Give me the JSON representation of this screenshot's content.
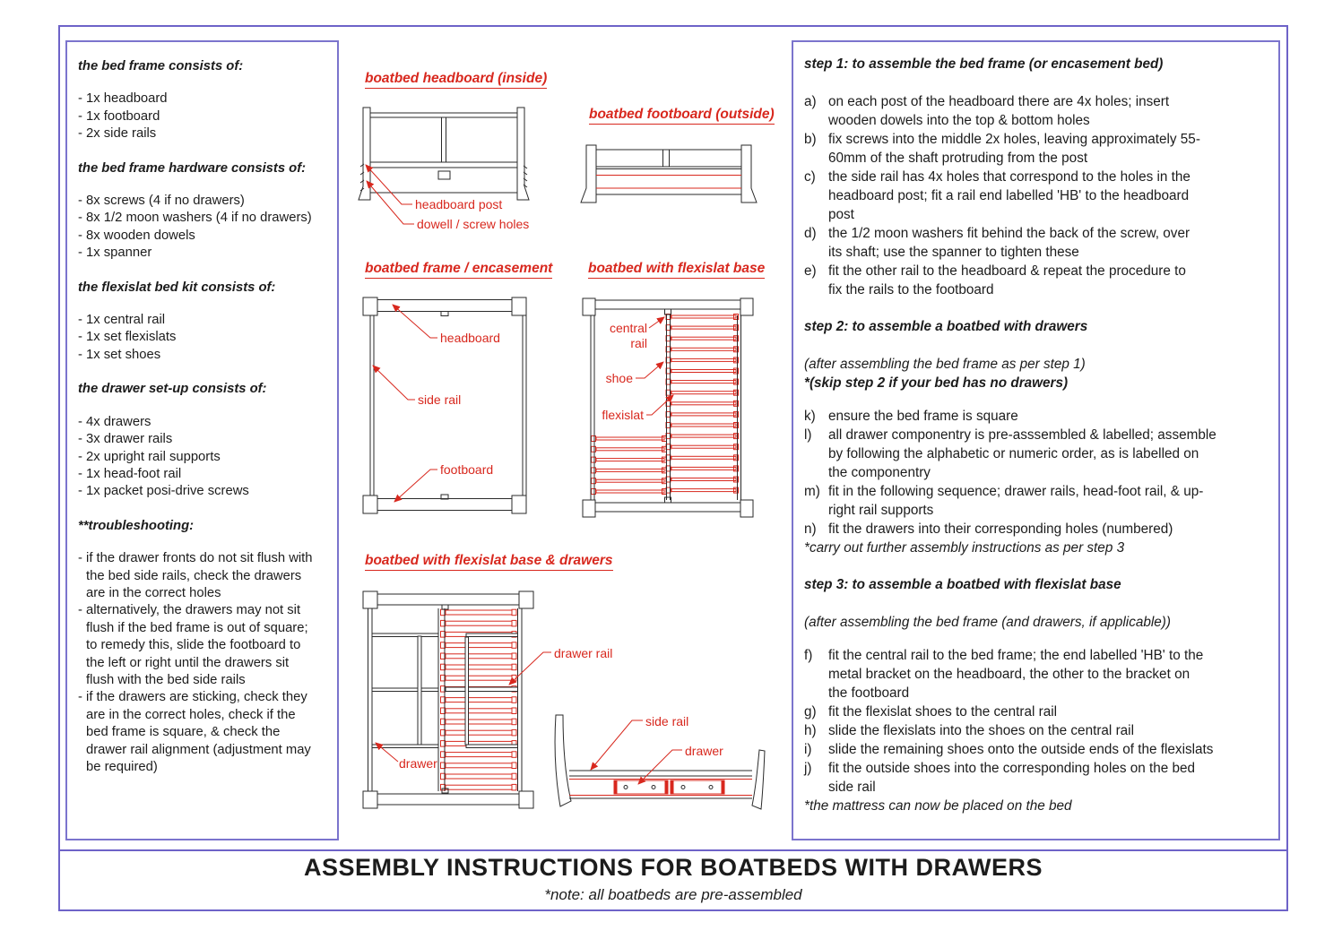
{
  "page": {
    "title": "ASSEMBLY INSTRUCTIONS FOR BOATBEDS WITH DRAWERS",
    "note": "*note: all boatbeds are pre-assembled"
  },
  "colors": {
    "accent_red": "#d8281e",
    "border_purple": "#6e63c8",
    "line_black": "#2a2a2a"
  },
  "left": {
    "sections": [
      {
        "heading": "the bed frame consists of:",
        "items": [
          "- 1x headboard",
          "- 1x footboard",
          "- 2x side rails"
        ]
      },
      {
        "heading": "the bed frame hardware consists of:",
        "items": [
          "- 8x screws (4 if no drawers)",
          "- 8x 1/2 moon washers (4 if no drawers)",
          "- 8x wooden dowels",
          "- 1x spanner"
        ]
      },
      {
        "heading": "the flexislat bed kit consists of:",
        "items": [
          "- 1x central rail",
          "- 1x set flexislats",
          "- 1x set shoes"
        ]
      },
      {
        "heading": "the drawer set-up consists of:",
        "items": [
          "- 4x drawers",
          "- 3x drawer rails",
          "- 2x upright rail supports",
          "- 1x head-foot rail",
          "- 1x packet posi-drive screws"
        ]
      },
      {
        "heading": "**troubleshooting:",
        "items": [
          "- if the drawer fronts do not sit flush with\nthe bed side rails, check the drawers\nare in the correct holes",
          "- alternatively, the drawers may not sit\nflush if the bed frame is out of square;\nto remedy this, slide the footboard to\nthe left or right until the drawers sit\nflush with the bed side rails",
          "- if the drawers are sticking, check they\nare in the correct holes, check if the\nbed frame is square, & check the\ndrawer rail alignment (adjustment may\nbe required)"
        ]
      }
    ]
  },
  "diagrams": {
    "headboard": {
      "title": "boatbed headboard (inside)",
      "label_post": "headboard post",
      "label_holes": "dowell / screw holes"
    },
    "footboard": {
      "title": "boatbed footboard (outside)"
    },
    "frame": {
      "title": "boatbed frame / encasement",
      "label_headboard": "headboard",
      "label_side_rail": "side rail",
      "label_footboard": "footboard"
    },
    "flexislat": {
      "title": "boatbed with flexislat base",
      "label_central_1": "central",
      "label_central_2": "rail",
      "label_shoe": "shoe",
      "label_flexislat": "flexislat"
    },
    "flexidrawers": {
      "title": "boatbed with flexislat base & drawers",
      "label_drawer_rail": "drawer rail",
      "label_drawer": "drawer"
    },
    "sideview": {
      "label_side_rail": "side rail",
      "label_drawer": "drawer"
    }
  },
  "right": {
    "step1": {
      "heading": "step 1: to assemble the bed frame (or encasement bed)",
      "items": [
        {
          "label": "a)",
          "text": "on each post of the headboard there are 4x holes; insert\nwooden dowels into the top & bottom holes"
        },
        {
          "label": "b)",
          "text": "fix screws into the middle 2x holes, leaving approximately 55-\n60mm of the shaft protruding from the post"
        },
        {
          "label": "c)",
          "text": "the side rail has 4x holes that correspond to the holes in the\nheadboard post; fit a rail end labelled 'HB' to the headboard\npost"
        },
        {
          "label": "d)",
          "text": "the 1/2 moon washers fit behind the back of the screw, over\nits shaft; use the spanner to tighten these"
        },
        {
          "label": "e)",
          "text": "fit the other rail to the headboard & repeat the procedure to\nfix the rails to the footboard"
        }
      ]
    },
    "step2": {
      "heading": "step 2: to assemble a boatbed with drawers",
      "note1": "(after assembling the bed frame as per step 1)",
      "note2": "*(skip step 2 if your bed has no drawers)",
      "items": [
        {
          "label": "k)",
          "text": "ensure the bed frame is square"
        },
        {
          "label": "l)",
          "text": "all drawer componentry is pre-asssembled & labelled; assemble\nby following the alphabetic or numeric order, as is labelled on\nthe componentry"
        },
        {
          "label": "m)",
          "text": "fit in the following sequence; drawer rails, head-foot rail, & up-\nright rail supports"
        },
        {
          "label": "n)",
          "text": "fit the drawers into their corresponding holes (numbered)"
        }
      ],
      "footnote": "*carry out further assembly instructions as per step 3"
    },
    "step3": {
      "heading": "step 3: to assemble a boatbed with flexislat base",
      "note1": "(after assembling the bed frame (and drawers, if applicable))",
      "items": [
        {
          "label": "f)",
          "text": "fit the central rail to the bed frame; the end labelled 'HB' to the\nmetal bracket on the headboard, the other to the bracket on\nthe footboard"
        },
        {
          "label": "g)",
          "text": "fit the flexislat shoes to the central rail"
        },
        {
          "label": "h)",
          "text": "slide the flexislats into the shoes on the central rail"
        },
        {
          "label": "i)",
          "text": "slide the remaining shoes onto the outside ends of the flexislats"
        },
        {
          "label": "j)",
          "text": "fit the outside shoes into the corresponding holes on the bed\nside rail"
        }
      ],
      "footnote": "*the mattress can now be placed on the bed"
    }
  }
}
